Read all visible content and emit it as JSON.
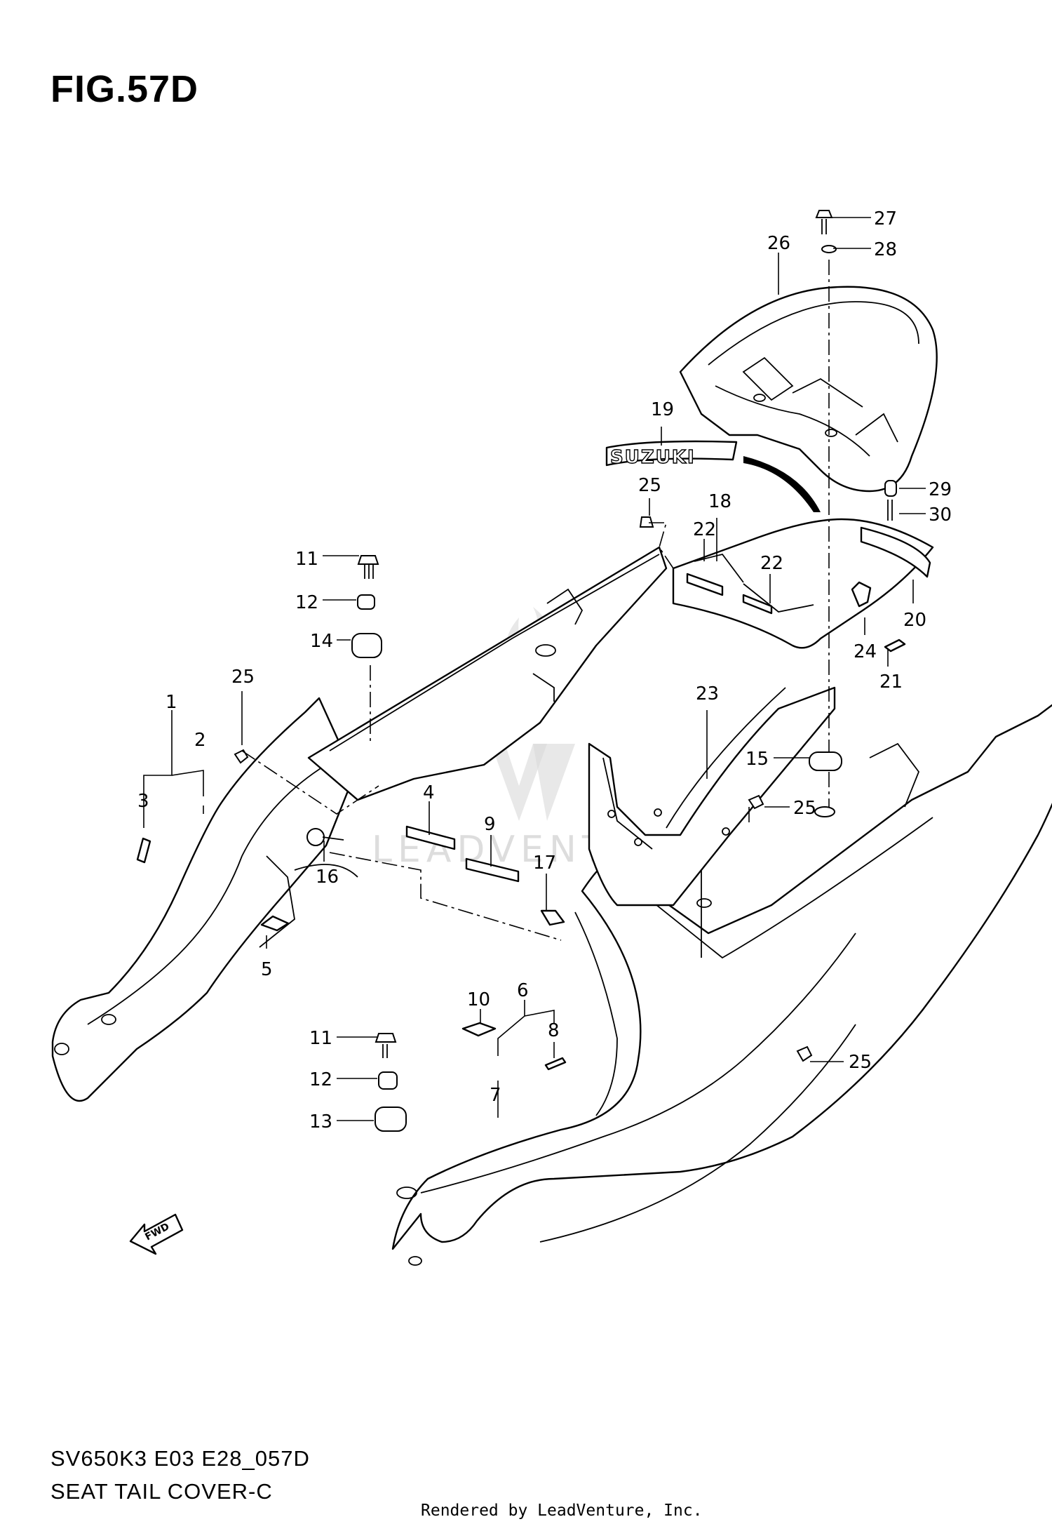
{
  "figure_title": "FIG.57D",
  "model_code": "SV650K3 E03 E28_057D",
  "diagram_name": "SEAT TAIL COVER-C",
  "credit": "Rendered by LeadVenture, Inc.",
  "emblem_text": "SUZUKI",
  "fwd_text": "FWD",
  "watermark_text": "LEADVENTURE",
  "callouts": {
    "c1": "1",
    "c2": "2",
    "c3": "3",
    "c4": "4",
    "c5": "5",
    "c6": "6",
    "c7": "7",
    "c8": "8",
    "c9": "9",
    "c10": "10",
    "c11a": "11",
    "c11b": "11",
    "c12a": "12",
    "c12b": "12",
    "c13": "13",
    "c14": "14",
    "c15": "15",
    "c16": "16",
    "c17": "17",
    "c18": "18",
    "c19": "19",
    "c20": "20",
    "c21": "21",
    "c22a": "22",
    "c22b": "22",
    "c23": "23",
    "c24": "24",
    "c25a": "25",
    "c25b": "25",
    "c25c": "25",
    "c25d": "25",
    "c26": "26",
    "c27": "27",
    "c28": "28",
    "c29": "29",
    "c30": "30"
  }
}
